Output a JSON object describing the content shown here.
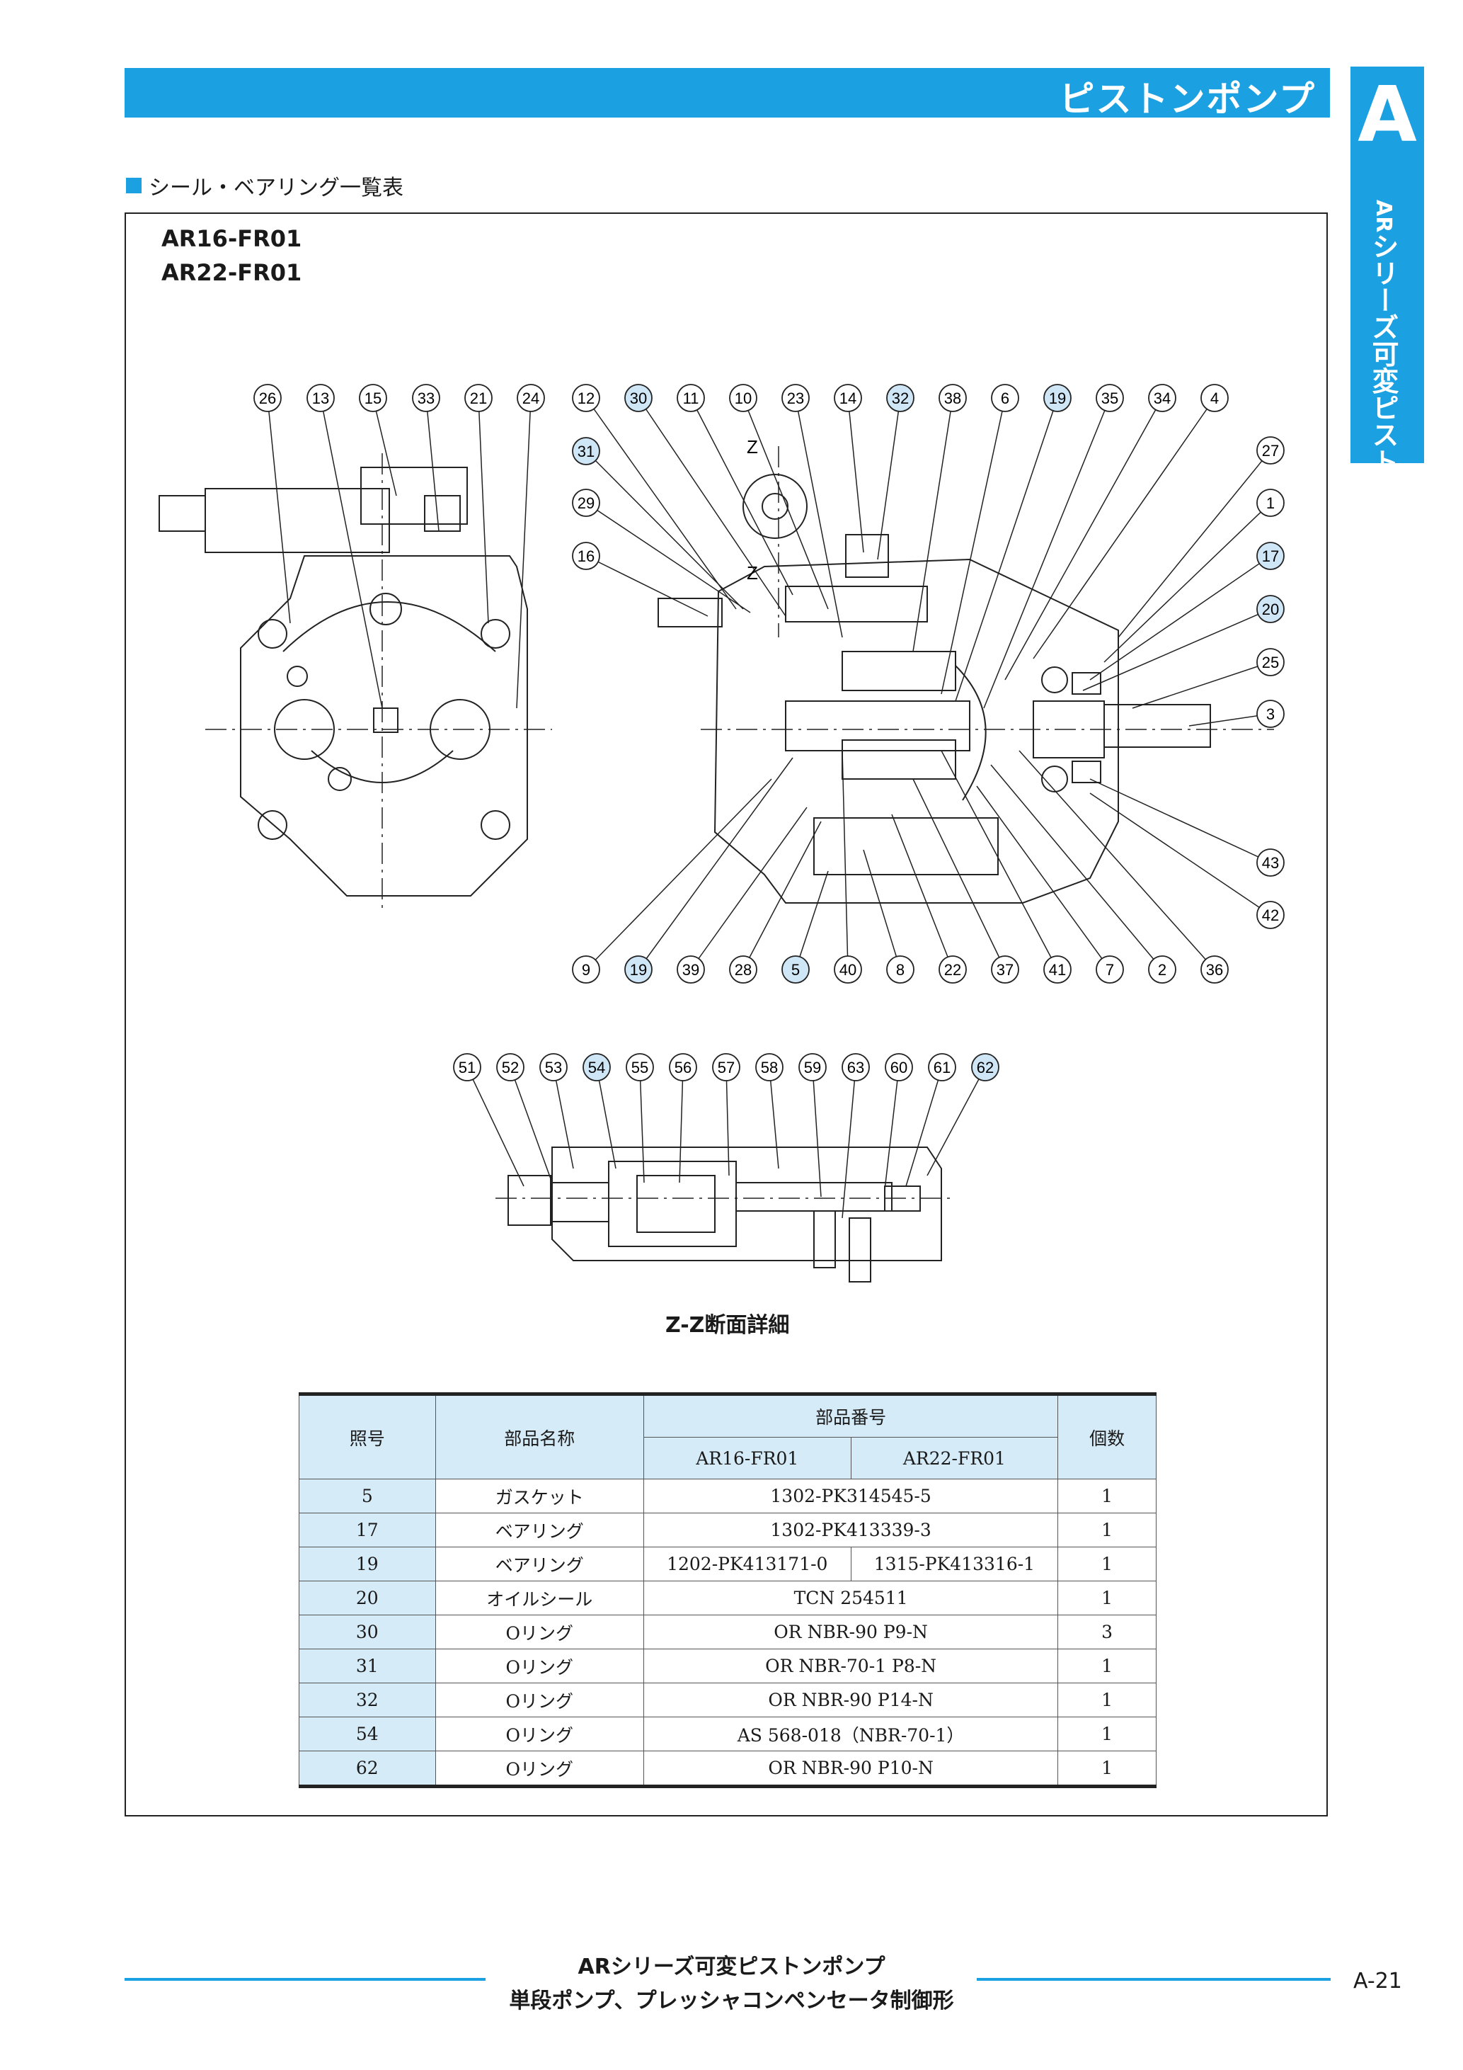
{
  "header": {
    "title": "ピストンポンプ"
  },
  "tab": {
    "letter": "A",
    "series_mark": "AR",
    "series_text": "シリーズ可変ピストンポンプ"
  },
  "section": {
    "title": "シール・ベアリング一覧表"
  },
  "models": [
    "AR16-FR01",
    "AR22-FR01"
  ],
  "drawing": {
    "top_row_left": [
      "26",
      "13",
      "15",
      "33",
      "21",
      "24"
    ],
    "top_row_right": [
      "12",
      "30",
      "11",
      "10",
      "23",
      "14",
      "32",
      "38",
      "6",
      "19",
      "35",
      "34",
      "4"
    ],
    "left_column": [
      "31",
      "29",
      "16"
    ],
    "right_column": [
      "27",
      "1",
      "17",
      "20",
      "25",
      "3",
      "43",
      "42"
    ],
    "bottom_row": [
      "9",
      "19",
      "39",
      "28",
      "5",
      "40",
      "8",
      "22",
      "37",
      "41",
      "7",
      "2",
      "36"
    ],
    "zz_row": [
      "51",
      "52",
      "53",
      "54",
      "55",
      "56",
      "57",
      "58",
      "59",
      "63",
      "60",
      "61",
      "62"
    ],
    "highlighted": [
      "30",
      "32",
      "31",
      "17",
      "20",
      "19",
      "5",
      "54",
      "62"
    ],
    "z_marks": [
      "Z",
      "Z"
    ],
    "zz_caption": "Z-Z断面詳細"
  },
  "table": {
    "headers": {
      "no": "照号",
      "name": "部品名称",
      "part_no": "部品番号",
      "qty": "個数",
      "model1": "AR16-FR01",
      "model2": "AR22-FR01"
    },
    "rows": [
      {
        "no": "5",
        "name": "ガスケット",
        "part": "1302-PK314545-5",
        "qty": "1"
      },
      {
        "no": "17",
        "name": "ベアリング",
        "part": "1302-PK413339-3",
        "qty": "1"
      },
      {
        "no": "19",
        "name": "ベアリング",
        "part1": "1202-PK413171-0",
        "part2": "1315-PK413316-1",
        "qty": "1"
      },
      {
        "no": "20",
        "name": "オイルシール",
        "part": "TCN 254511",
        "qty": "1"
      },
      {
        "no": "30",
        "name": "Oリング",
        "part": "OR NBR-90 P9-N",
        "qty": "3"
      },
      {
        "no": "31",
        "name": "Oリング",
        "part": "OR NBR-70-1 P8-N",
        "qty": "1"
      },
      {
        "no": "32",
        "name": "Oリング",
        "part": "OR NBR-90 P14-N",
        "qty": "1"
      },
      {
        "no": "54",
        "name": "Oリング",
        "part": "AS 568-018（NBR-70-1）",
        "qty": "1"
      },
      {
        "no": "62",
        "name": "Oリング",
        "part": "OR NBR-90 P10-N",
        "qty": "1"
      }
    ]
  },
  "footer": {
    "mark": "AR",
    "line1": "シリーズ可変ピストンポンプ",
    "line2": "単段ポンプ、プレッシャコンペンセータ制御形",
    "page": "A-21"
  },
  "colors": {
    "accent": "#1ba0e2",
    "table_fill": "#d6ebf8",
    "balloon_fill": "#cfe6f7"
  }
}
